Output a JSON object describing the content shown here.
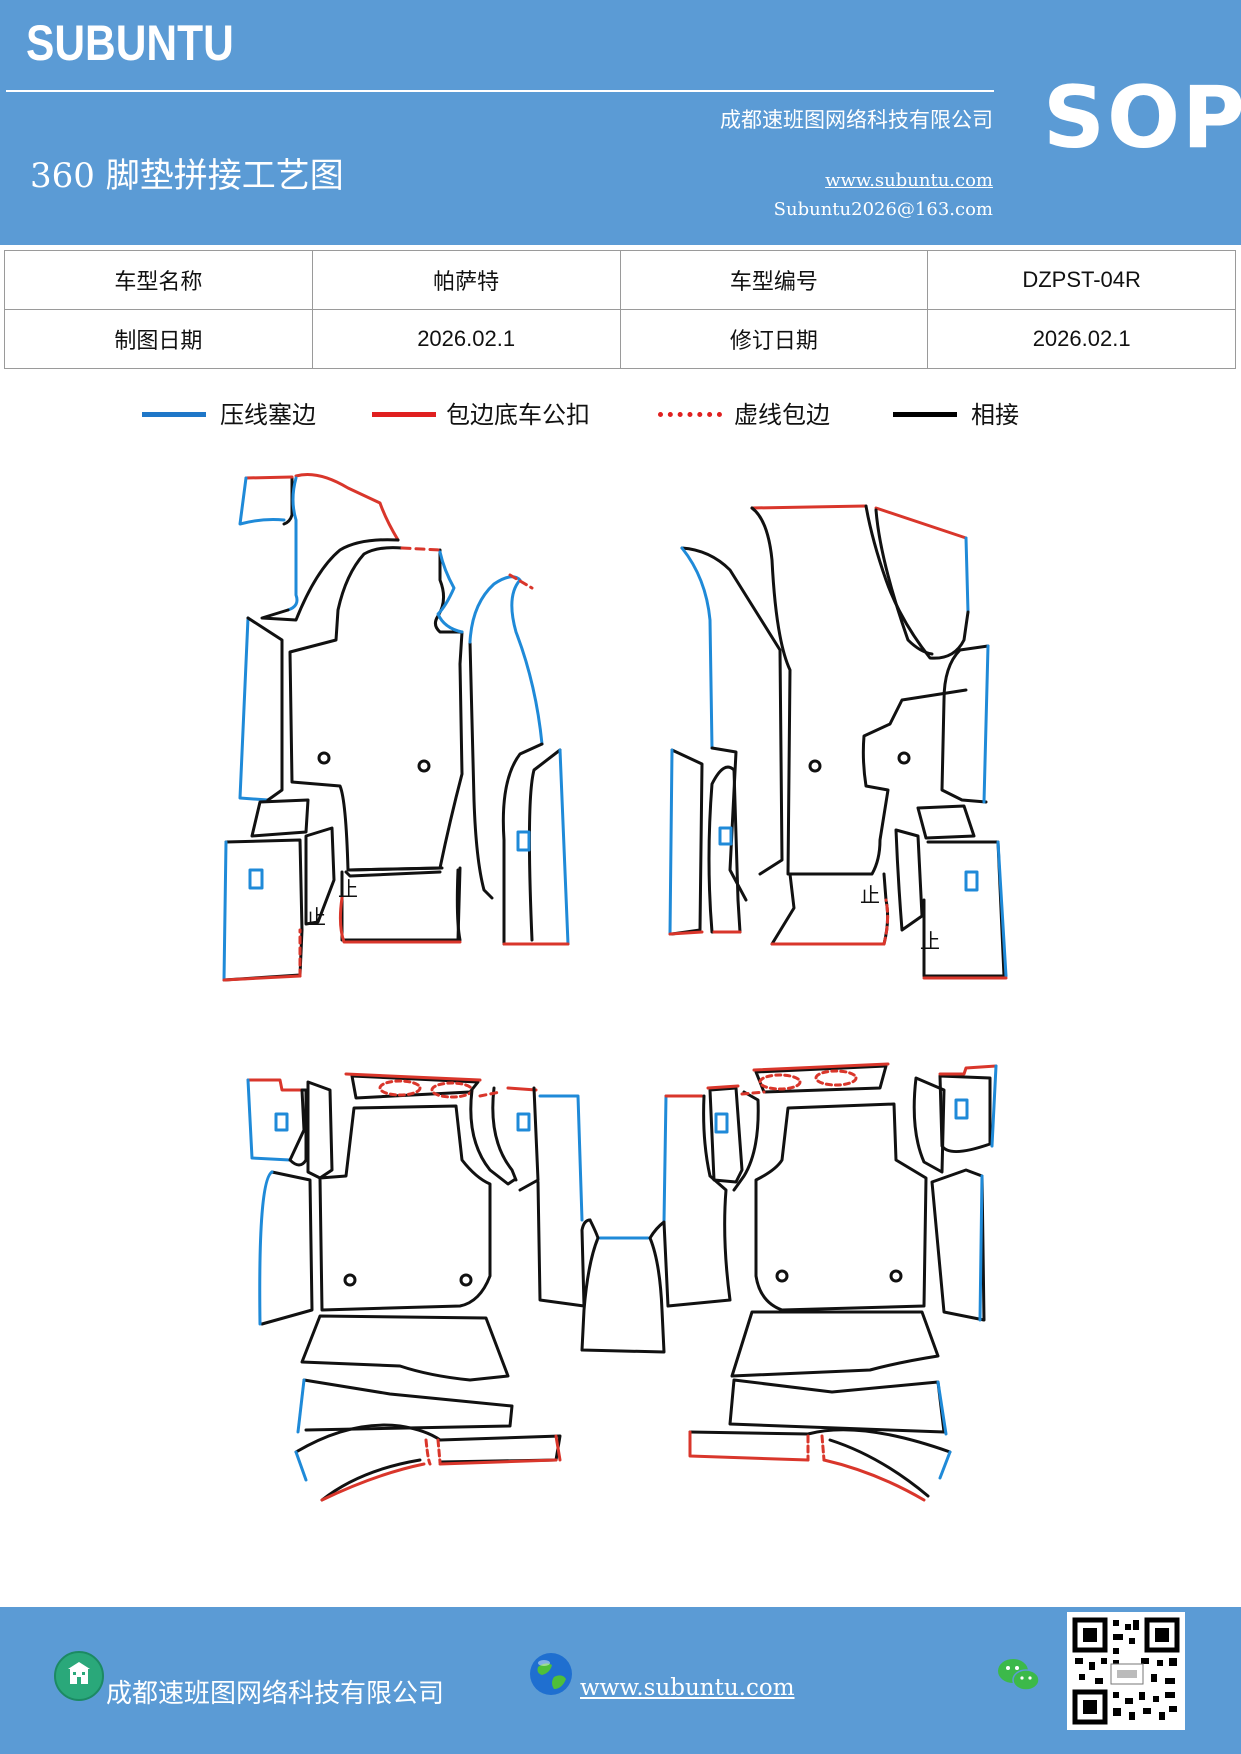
{
  "header": {
    "brand": "SUBUNTU",
    "company": "成都速班图网络科技有限公司",
    "title": "360 脚垫拼接工艺图",
    "website": "www.subuntu.com",
    "email": "Subuntu2026@163.com",
    "sop": "SOP"
  },
  "info_table": {
    "rows": [
      [
        "车型名称",
        "帕萨特",
        "车型编号",
        "DZPST-04R"
      ],
      [
        "制图日期",
        "2026.02.1",
        "修订日期",
        "2026.02.1"
      ]
    ]
  },
  "legend": [
    {
      "label": "压线塞边",
      "color": "#1f77c8",
      "style": "solid"
    },
    {
      "label": "包边底车公扣",
      "color": "#e02020",
      "style": "solid"
    },
    {
      "label": "虚线包边",
      "color": "#e02020",
      "style": "dashed"
    },
    {
      "label": "相接",
      "color": "#000000",
      "style": "solid"
    }
  ],
  "diagram": {
    "colors": {
      "blue": "#1f8ad8",
      "red": "#d9362b",
      "black": "#111111"
    },
    "marker_text": "止"
  },
  "footer": {
    "company": "成都速班图网络科技有限公司",
    "website": "www.subuntu.com"
  }
}
